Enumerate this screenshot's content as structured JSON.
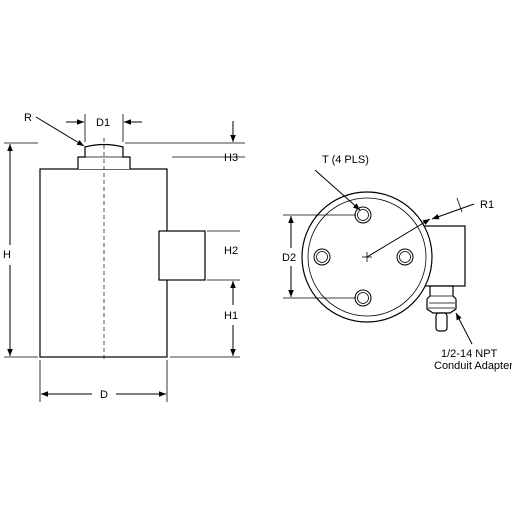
{
  "labels": {
    "R": "R",
    "D1": "D1",
    "H3": "H3",
    "H": "H",
    "H2": "H2",
    "H1": "H1",
    "D": "D",
    "T": "T (4 PLS)",
    "R1": "R1",
    "D2": "D2",
    "conduit_line1": "1/2-14 NPT",
    "conduit_line2": "Conduit Adapter"
  }
}
